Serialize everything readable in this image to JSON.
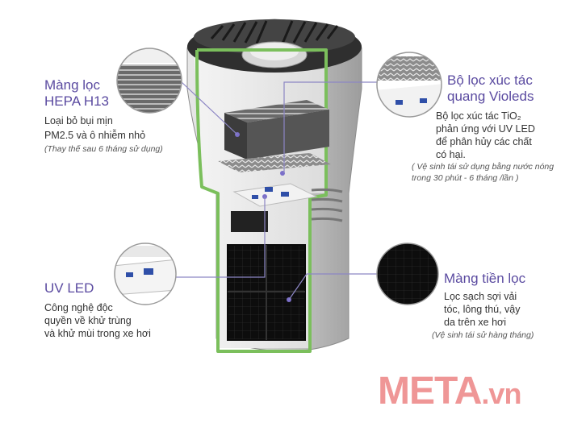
{
  "labels": {
    "hepa": {
      "title_line1": "Màng lọc",
      "title_line2": "HEPA H13",
      "desc_line1": "Loại bỏ bụi mịn",
      "desc_line2": "PM2.5 và ô nhiễm nhỏ",
      "note": "(Thay thế sau 6 tháng sử dụng)"
    },
    "photocatalyst": {
      "title_line1": "Bộ lọc xúc tác",
      "title_line2": "quang Violeds",
      "desc_line1": "Bộ lọc xúc tác TiO₂",
      "desc_line2": "phản ứng với UV LED",
      "desc_line3": "để phân hủy các chất",
      "desc_line4": "có hại.",
      "note_line1": "( Vệ sinh tái sử dụng bằng nước nóng",
      "note_line2": "trong 30 phút - 6 tháng /lần )"
    },
    "uvled": {
      "title": "UV LED",
      "desc_line1": "Công nghệ độc",
      "desc_line2": "quyền về khử trùng",
      "desc_line3": "và khử mùi trong xe hơi"
    },
    "prefilter": {
      "title": "Màng tiền lọc",
      "desc_line1": "Lọc sạch sợi vải",
      "desc_line2": "tóc, lông thú, vậy",
      "desc_line3": "da trên xe hơi",
      "note": "(Vệ sinh tái sử hàng tháng)"
    }
  },
  "watermark": {
    "brand": "META",
    "suffix": ".vn"
  },
  "colors": {
    "title": "#5a4aa0",
    "frame": "#7bbf5c",
    "leader": "#8c86c4",
    "watermark": "#e34141",
    "body": "#c8c8c8",
    "filter_dark": "#111111"
  }
}
